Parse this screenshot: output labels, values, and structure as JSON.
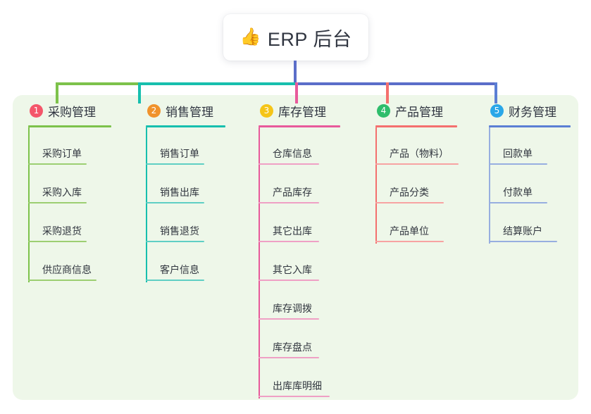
{
  "diagram": {
    "type": "mindmap",
    "title": "ERP 后台",
    "root": {
      "emoji": "👍",
      "emoji_name": "thumbs-up-emoji",
      "label": "ERP 后台"
    },
    "canvas_color": "#eef7e9",
    "connector_colors": {
      "stem": "#5b6ec9",
      "bar_left": "#7dc24b",
      "bar_mid": "#17bfae",
      "bar_right": "#5b6ec9"
    },
    "branches": [
      {
        "number": "1",
        "label": "采购管理",
        "badge_color": "#f4566a",
        "line_color": "#7dc24b",
        "underline_width": 118,
        "leaf_underline_width": 83,
        "items": [
          "采购订单",
          "采购入库",
          "采购退货",
          "供应商信息"
        ]
      },
      {
        "number": "2",
        "label": "销售管理",
        "badge_color": "#f0922b",
        "line_color": "#17bfae",
        "underline_width": 113,
        "leaf_underline_width": 83,
        "items": [
          "销售订单",
          "销售出库",
          "销售退货",
          "客户信息"
        ]
      },
      {
        "number": "3",
        "label": "库存管理",
        "badge_color": "#f5c518",
        "line_color": "#e85a9b",
        "underline_width": 116,
        "leaf_underline_width": 86,
        "items": [
          "仓库信息",
          "产品库存",
          "其它出库",
          "其它入库",
          "库存调拨",
          "库存盘点",
          "出库库明细"
        ]
      },
      {
        "number": "4",
        "label": "产品管理",
        "badge_color": "#2ebd6b",
        "line_color": "#f4706e",
        "underline_width": 116,
        "leaf_underline_width": 101,
        "items": [
          "产品（物料）",
          "产品分类",
          "产品单位"
        ]
      },
      {
        "number": "5",
        "label": "财务管理",
        "badge_color": "#29a7e8",
        "line_color": "#5b7fd4",
        "underline_width": 116,
        "leaf_underline_width": 83,
        "items": [
          "回款单",
          "付款单",
          "结算账户"
        ]
      }
    ]
  }
}
